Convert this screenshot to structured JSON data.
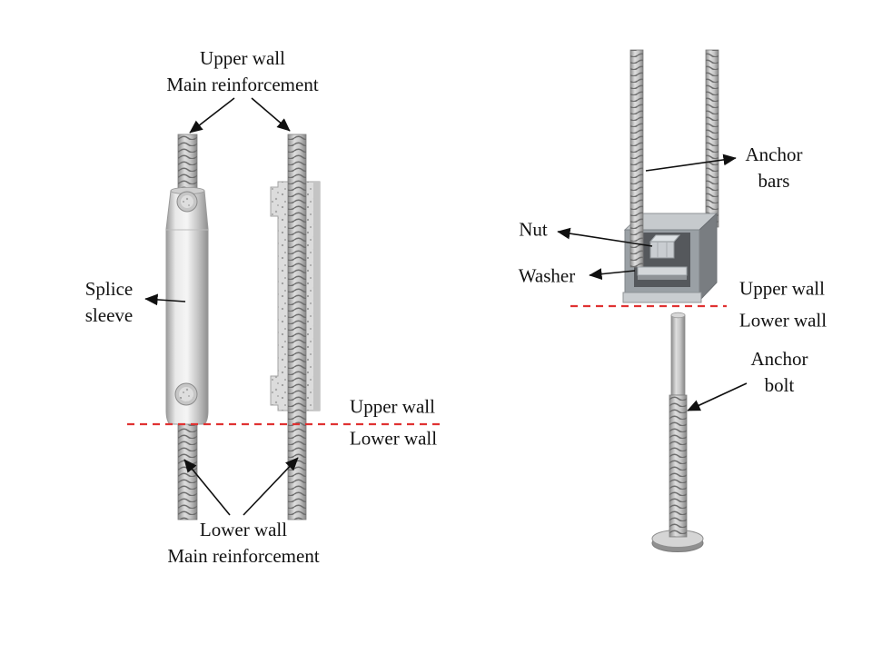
{
  "colors": {
    "boundary_line": "#e03232",
    "arrow": "#101010",
    "text": "#121212"
  },
  "left_diagram": {
    "upper_label": [
      "Upper wall",
      "Main reinforcement"
    ],
    "splice_label": [
      "Splice",
      "sleeve"
    ],
    "boundary": {
      "upper": "Upper wall",
      "lower": "Lower wall"
    },
    "lower_label": [
      "Lower wall",
      "Main reinforcement"
    ]
  },
  "right_diagram": {
    "anchor_bars_label": [
      "Anchor",
      "bars"
    ],
    "nut_label": "Nut",
    "washer_label": "Washer",
    "boundary": {
      "upper": "Upper wall",
      "lower": "Lower wall"
    },
    "anchor_bolt_label": [
      "Anchor",
      "bolt"
    ]
  }
}
